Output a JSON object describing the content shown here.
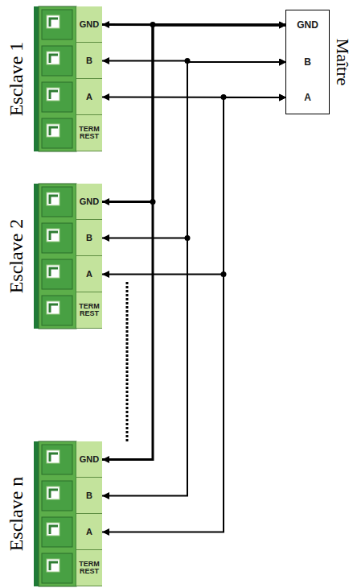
{
  "diagram": {
    "nodes": [
      {
        "text": [
          "Esclave 1"
        ]
      },
      {
        "text": [
          "GND"
        ],
        "in": 0
      },
      {
        "text": [
          "B"
        ],
        "in": 0
      },
      {
        "text": [
          "A"
        ],
        "in": 0
      },
      {
        "text": [
          "TERM REST"
        ],
        "in": 0
      },
      {
        "text": [
          "Maître"
        ]
      },
      {
        "text": [
          "GND"
        ],
        "in": 5
      },
      {
        "text": [
          "B"
        ],
        "in": 5
      },
      {
        "text": [
          "A"
        ],
        "in": 5
      },
      {
        "text": [
          "Esclave 2"
        ]
      },
      {
        "text": [
          "GND"
        ],
        "in": 9
      },
      {
        "text": [
          "B"
        ],
        "in": 9
      },
      {
        "text": [
          "A"
        ],
        "in": 9
      },
      {
        "text": [
          "TERM REST"
        ],
        "in": 9
      },
      {
        "text": [
          "Esclave n"
        ]
      },
      {
        "text": [
          "GND"
        ],
        "in": 14
      },
      {
        "text": [
          "B"
        ],
        "in": 14
      },
      {
        "text": [
          "A"
        ],
        "in": 14
      },
      {
        "text": [
          "TERM REST"
        ],
        "in": 14
      }
    ],
    "edges": [
      {
        "from": 6,
        "to": 1,
        "arrow": "both"
      },
      {
        "from": 6,
        "to": 10,
        "arrow": "both"
      },
      {
        "from": 6,
        "to": 15,
        "arrow": "both"
      },
      {
        "from": 7,
        "to": 2,
        "arrow": "both"
      },
      {
        "from": 7,
        "to": 11,
        "arrow": "both"
      },
      {
        "from": 7,
        "to": 16,
        "arrow": "both"
      },
      {
        "from": 8,
        "to": 3,
        "arrow": "both"
      },
      {
        "from": 8,
        "to": 12,
        "arrow": "both"
      },
      {
        "from": 8,
        "to": 17,
        "arrow": "both"
      }
    ]
  }
}
